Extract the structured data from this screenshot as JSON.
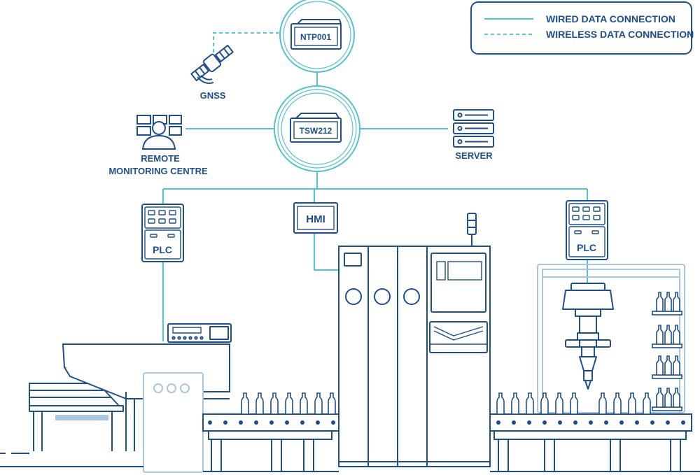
{
  "legend": {
    "wired": "WIRED DATA CONNECTION",
    "wireless": "WIRELESS DATA CONNECTION"
  },
  "devices": {
    "ntp": "NTP001",
    "switch": "TSW212",
    "gnss": "GNSS",
    "remote_line1": "REMOTE",
    "remote_line2": "MONITORING CENTRE",
    "server": "SERVER",
    "hmi": "HMI",
    "plc_left": "PLC",
    "plc_right": "PLC"
  },
  "colors": {
    "navy": "#1f4e8c",
    "teal": "#56c1cf",
    "light": "#a9c6e0"
  }
}
